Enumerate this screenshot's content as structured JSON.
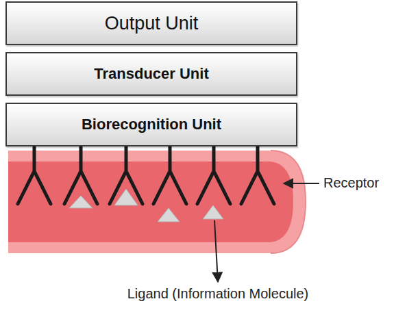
{
  "diagram": {
    "nodes": [
      {
        "text": [
          "Output Unit"
        ]
      },
      {
        "text": [
          "Transducer Unit"
        ]
      },
      {
        "text": [
          "Biorecognition Unit"
        ]
      }
    ],
    "labels": [
      "Receptor",
      "Ligand (Information Molecule)"
    ]
  }
}
